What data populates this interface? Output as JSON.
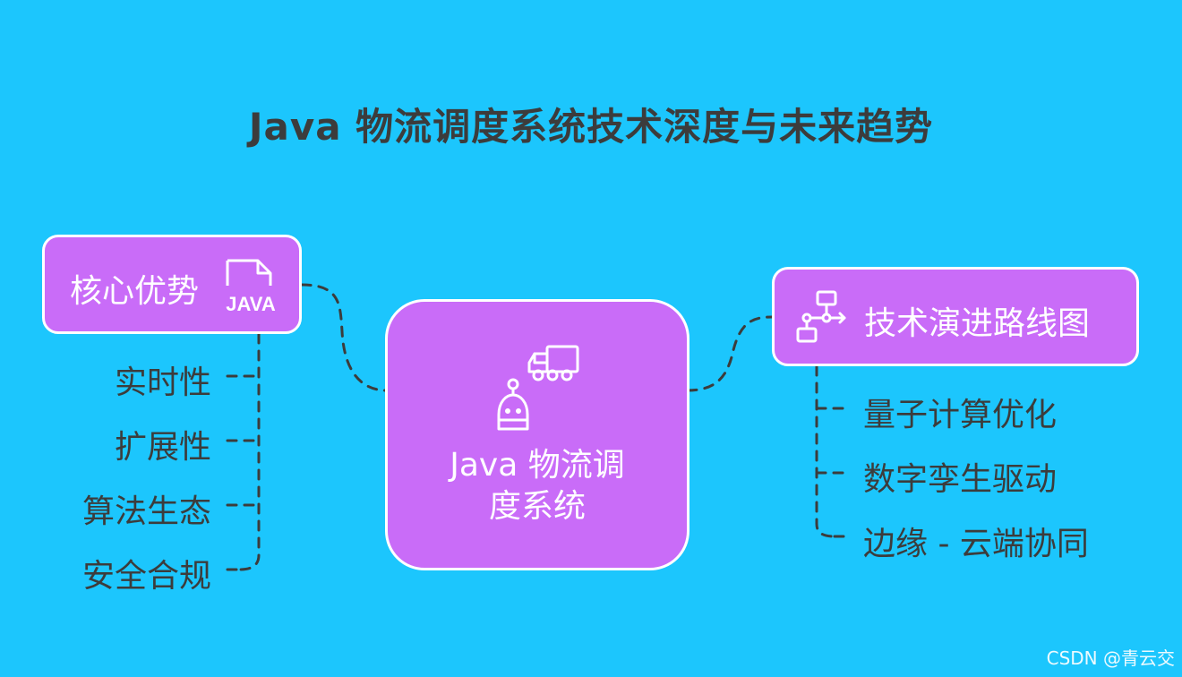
{
  "title": "Java 物流调度系统技术深度与未来趋势",
  "center": {
    "line1": "Java 物流调",
    "line2": "度系统",
    "icon": "robot-truck-icon"
  },
  "left": {
    "label": "核心优势",
    "icon": "java-file-icon",
    "icon_text": "JAVA",
    "items": [
      "实时性",
      "扩展性",
      "算法生态",
      "安全合规"
    ]
  },
  "right": {
    "label": "技术演进路线图",
    "icon": "flowchart-icon",
    "items": [
      "量子计算优化",
      "数字孪生驱动",
      "边缘 - 云端协同"
    ]
  },
  "watermark": "CSDN @青云交",
  "colors": {
    "background": "#1cc6fd",
    "node_fill": "#c96cf8",
    "node_border": "#ffffff",
    "text_dark": "#3c3c3c",
    "connector": "#3c3c3c"
  }
}
